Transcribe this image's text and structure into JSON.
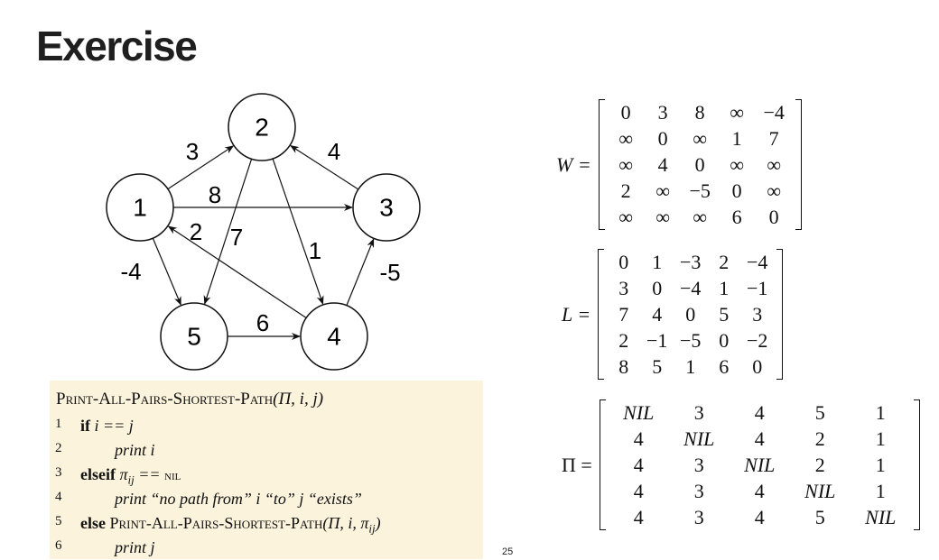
{
  "title": "Exercise",
  "page_number": "25",
  "graph": {
    "nodes": [
      {
        "id": "1",
        "label": "1"
      },
      {
        "id": "2",
        "label": "2"
      },
      {
        "id": "3",
        "label": "3"
      },
      {
        "id": "4",
        "label": "4"
      },
      {
        "id": "5",
        "label": "5"
      }
    ],
    "edges": [
      {
        "from": "1",
        "to": "2",
        "weight": "3"
      },
      {
        "from": "1",
        "to": "3",
        "weight": "8"
      },
      {
        "from": "1",
        "to": "5",
        "weight": "-4"
      },
      {
        "from": "2",
        "to": "4",
        "weight": "1"
      },
      {
        "from": "2",
        "to": "5",
        "weight": "7"
      },
      {
        "from": "3",
        "to": "2",
        "weight": "4"
      },
      {
        "from": "4",
        "to": "1",
        "weight": "2"
      },
      {
        "from": "4",
        "to": "3",
        "weight": "-5"
      },
      {
        "from": "5",
        "to": "4",
        "weight": "6"
      }
    ]
  },
  "code": {
    "title": "Print-All-Pairs-Shortest-Path",
    "title_args": "(Π, i, j)",
    "lines": [
      {
        "num": "1",
        "kw": "if",
        "text": " i == j"
      },
      {
        "num": "2",
        "kw": "",
        "text": "print i"
      },
      {
        "num": "3",
        "kw": "elseif",
        "text": " π",
        "sub": "ij",
        "text2": " == ",
        "sc": "nil"
      },
      {
        "num": "4",
        "kw": "",
        "text": "print “no path from” i “to” j “exists”"
      },
      {
        "num": "5",
        "kw": "else",
        "text": " ",
        "sc": "Print-All-Pairs-Shortest-Path",
        "text2": "(Π, i, π",
        "sub": "ij",
        "text3": ")"
      },
      {
        "num": "6",
        "kw": "",
        "text": "print j"
      }
    ]
  },
  "matrices": {
    "W": {
      "label": "W =",
      "rows": [
        [
          "0",
          "3",
          "8",
          "∞",
          "−4"
        ],
        [
          "∞",
          "0",
          "∞",
          "1",
          "7"
        ],
        [
          "∞",
          "4",
          "0",
          "∞",
          "∞"
        ],
        [
          "2",
          "∞",
          "−5",
          "0",
          "∞"
        ],
        [
          "∞",
          "∞",
          "∞",
          "6",
          "0"
        ]
      ]
    },
    "L": {
      "label": "L =",
      "rows": [
        [
          "0",
          "1",
          "−3",
          "2",
          "−4"
        ],
        [
          "3",
          "0",
          "−4",
          "1",
          "−1"
        ],
        [
          "7",
          "4",
          "0",
          "5",
          "3"
        ],
        [
          "2",
          "−1",
          "−5",
          "0",
          "−2"
        ],
        [
          "8",
          "5",
          "1",
          "6",
          "0"
        ]
      ]
    },
    "Pi": {
      "label": "Π =",
      "rows": [
        [
          "NIL",
          "3",
          "4",
          "5",
          "1"
        ],
        [
          "4",
          "NIL",
          "4",
          "2",
          "1"
        ],
        [
          "4",
          "3",
          "NIL",
          "2",
          "1"
        ],
        [
          "4",
          "3",
          "4",
          "NIL",
          "1"
        ],
        [
          "4",
          "3",
          "4",
          "5",
          "NIL"
        ]
      ]
    }
  }
}
